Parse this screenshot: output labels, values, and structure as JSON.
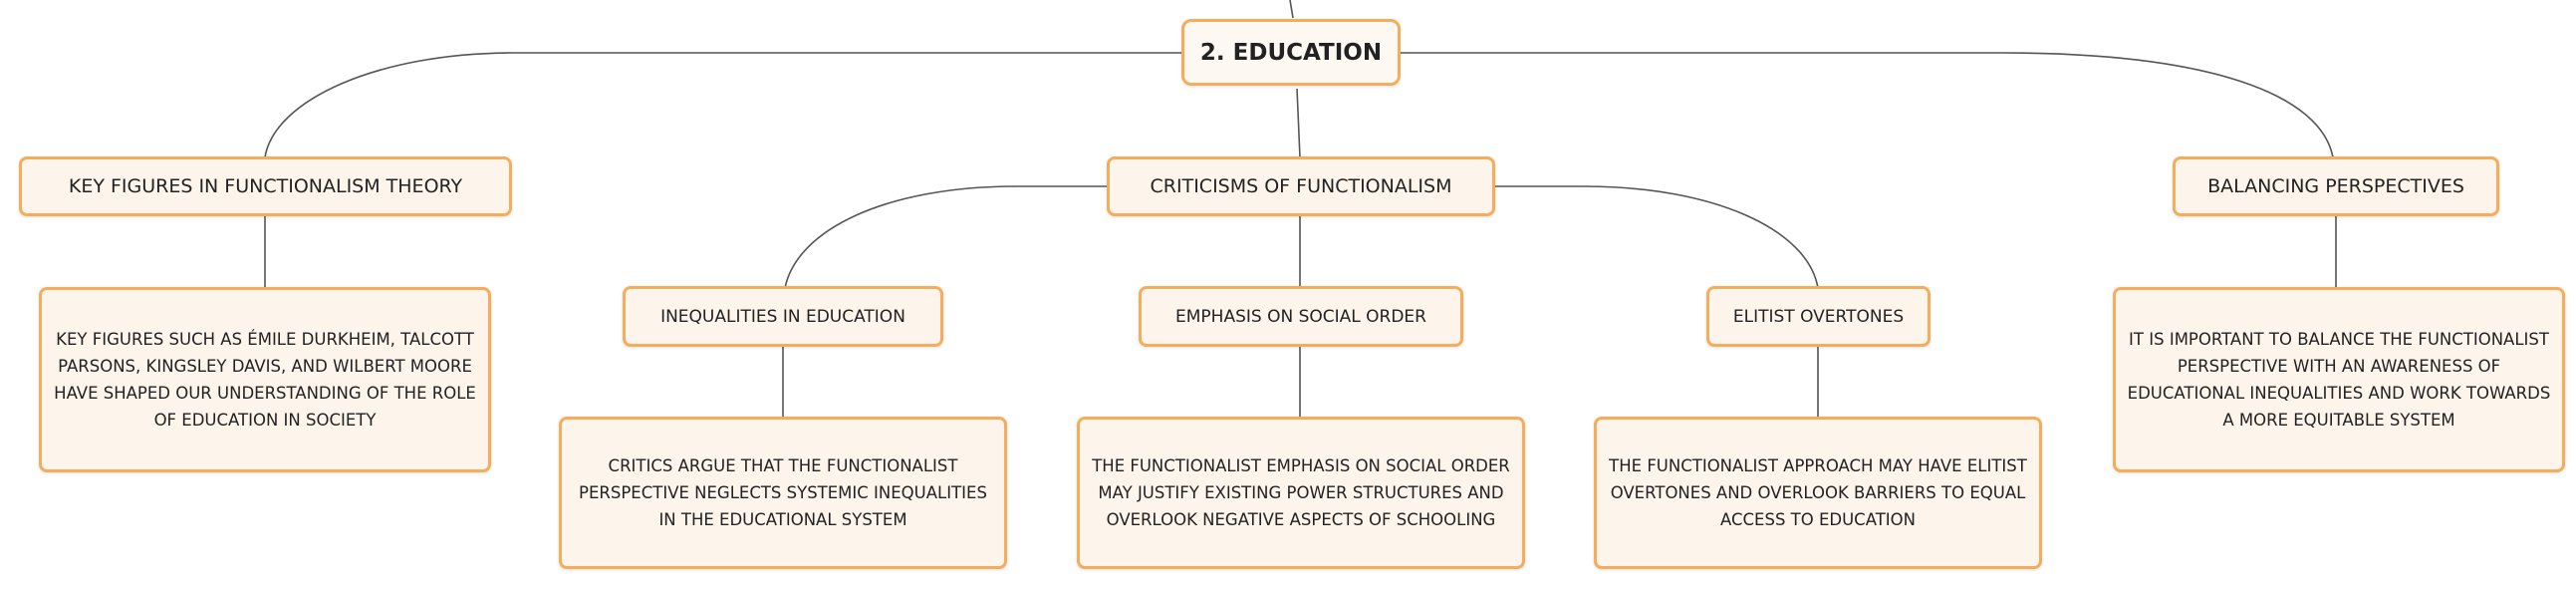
{
  "root": {
    "label": "2. EDUCATION"
  },
  "branches": [
    {
      "label": "KEY FIGURES IN FUNCTIONALISM THEORY",
      "detail": "KEY FIGURES SUCH AS ÉMILE DURKHEIM, TALCOTT PARSONS, KINGSLEY DAVIS, AND WILBERT MOORE HAVE SHAPED OUR UNDERSTANDING OF THE ROLE OF EDUCATION IN SOCIETY"
    },
    {
      "label": "CRITICISMS OF FUNCTIONALISM",
      "children": [
        {
          "label": "INEQUALITIES IN EDUCATION",
          "detail": "CRITICS ARGUE THAT THE FUNCTIONALIST PERSPECTIVE NEGLECTS SYSTEMIC INEQUALITIES IN THE EDUCATIONAL SYSTEM"
        },
        {
          "label": "EMPHASIS ON SOCIAL ORDER",
          "detail": "THE FUNCTIONALIST EMPHASIS ON SOCIAL ORDER MAY JUSTIFY EXISTING POWER STRUCTURES AND OVERLOOK NEGATIVE ASPECTS OF SCHOOLING"
        },
        {
          "label": "ELITIST OVERTONES",
          "detail": "THE FUNCTIONALIST APPROACH MAY HAVE ELITIST OVERTONES AND OVERLOOK BARRIERS TO EQUAL ACCESS TO EDUCATION"
        }
      ]
    },
    {
      "label": "BALANCING PERSPECTIVES",
      "detail": "IT IS IMPORTANT TO BALANCE THE FUNCTIONALIST PERSPECTIVE WITH AN AWARENESS OF EDUCATIONAL INEQUALITIES AND WORK TOWARDS A MORE EQUITABLE SYSTEM"
    }
  ],
  "colors": {
    "node_border": "#f5ad5b",
    "node_fill": "#fdf4ec",
    "connector": "#555555",
    "text": "#222222"
  }
}
